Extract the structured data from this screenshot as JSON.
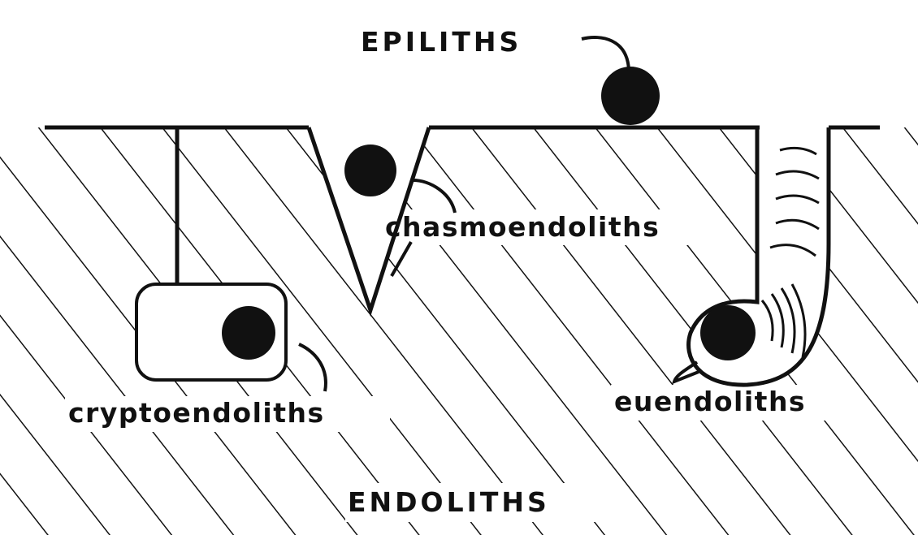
{
  "labels": {
    "epiliths": "EPILITHS",
    "chasmoendoliths": "chasmoendoliths",
    "cryptoendoliths": "cryptoendoliths",
    "euendoliths": "euendoliths",
    "endoliths": "ENDOLITHS"
  },
  "colors": {
    "ink": "#111111",
    "paper": "#ffffff"
  }
}
